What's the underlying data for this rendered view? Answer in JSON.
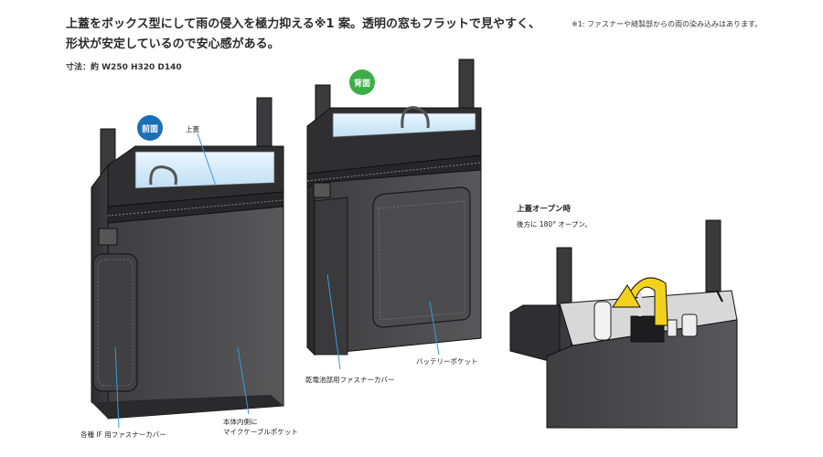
{
  "headline": {
    "line1": "上蓋をボックス型にして雨の侵入を極力抑える※1 案。透明の窓もフラットで見やすく、",
    "line2": "形状が安定しているので安心感がある。"
  },
  "footnote": "※1: ファスナーや縫製部からの雨の染み込みはあります。",
  "dimensions": "寸法：約 W250 H320 D140",
  "badges": {
    "front": "前面",
    "back": "背面"
  },
  "labels": {
    "lid": "上蓋",
    "side_pocket": "各種 IF 用ファスナーカバー",
    "inner_pocket_1": "本体内側に",
    "inner_pocket_2": "マイクケーブルポケット",
    "battery_cover": "乾電池部用ファスナーカバー",
    "battery_pocket": "バッテリーポケット",
    "open_title": "上蓋オープン時",
    "open_desc": "後方に 180° オープン。"
  },
  "colors": {
    "front_badge": "#1a6fb5",
    "back_badge": "#3cae47",
    "bag_body": "#4a4a4c",
    "window": "#d6ecf8",
    "arrow": "#f2d21b"
  }
}
